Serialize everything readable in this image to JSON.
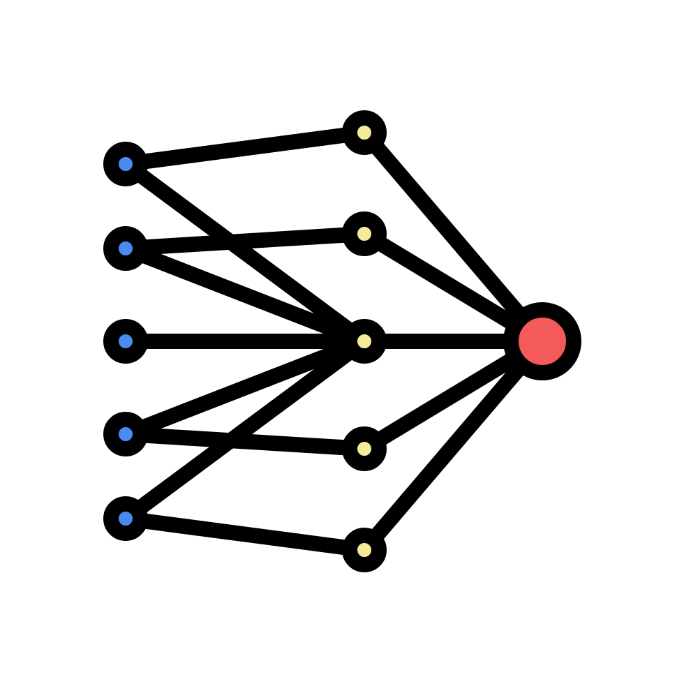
{
  "icon": {
    "name": "neural-network-icon",
    "colors": {
      "outline": "#000000",
      "input_fill": "#4A8BF2",
      "hidden_fill": "#F6EB9B",
      "output_fill": "#F45A59",
      "background": "#FFFFFF"
    },
    "layers": [
      {
        "name": "input",
        "nodes": [
          "in-1",
          "in-2",
          "in-3",
          "in-4",
          "in-5"
        ]
      },
      {
        "name": "hidden",
        "nodes": [
          "h-1",
          "h-2",
          "h-3",
          "h-4",
          "h-5"
        ]
      },
      {
        "name": "output",
        "nodes": [
          "out-1"
        ]
      }
    ],
    "edges": [
      [
        "in-1",
        "h-1"
      ],
      [
        "in-1",
        "h-3"
      ],
      [
        "in-2",
        "h-2"
      ],
      [
        "in-2",
        "h-3"
      ],
      [
        "in-3",
        "h-3"
      ],
      [
        "in-4",
        "h-3"
      ],
      [
        "in-4",
        "h-4"
      ],
      [
        "in-5",
        "h-3"
      ],
      [
        "in-5",
        "h-5"
      ],
      [
        "h-1",
        "out-1"
      ],
      [
        "h-2",
        "out-1"
      ],
      [
        "h-3",
        "out-1"
      ],
      [
        "h-4",
        "out-1"
      ],
      [
        "h-5",
        "out-1"
      ]
    ]
  }
}
